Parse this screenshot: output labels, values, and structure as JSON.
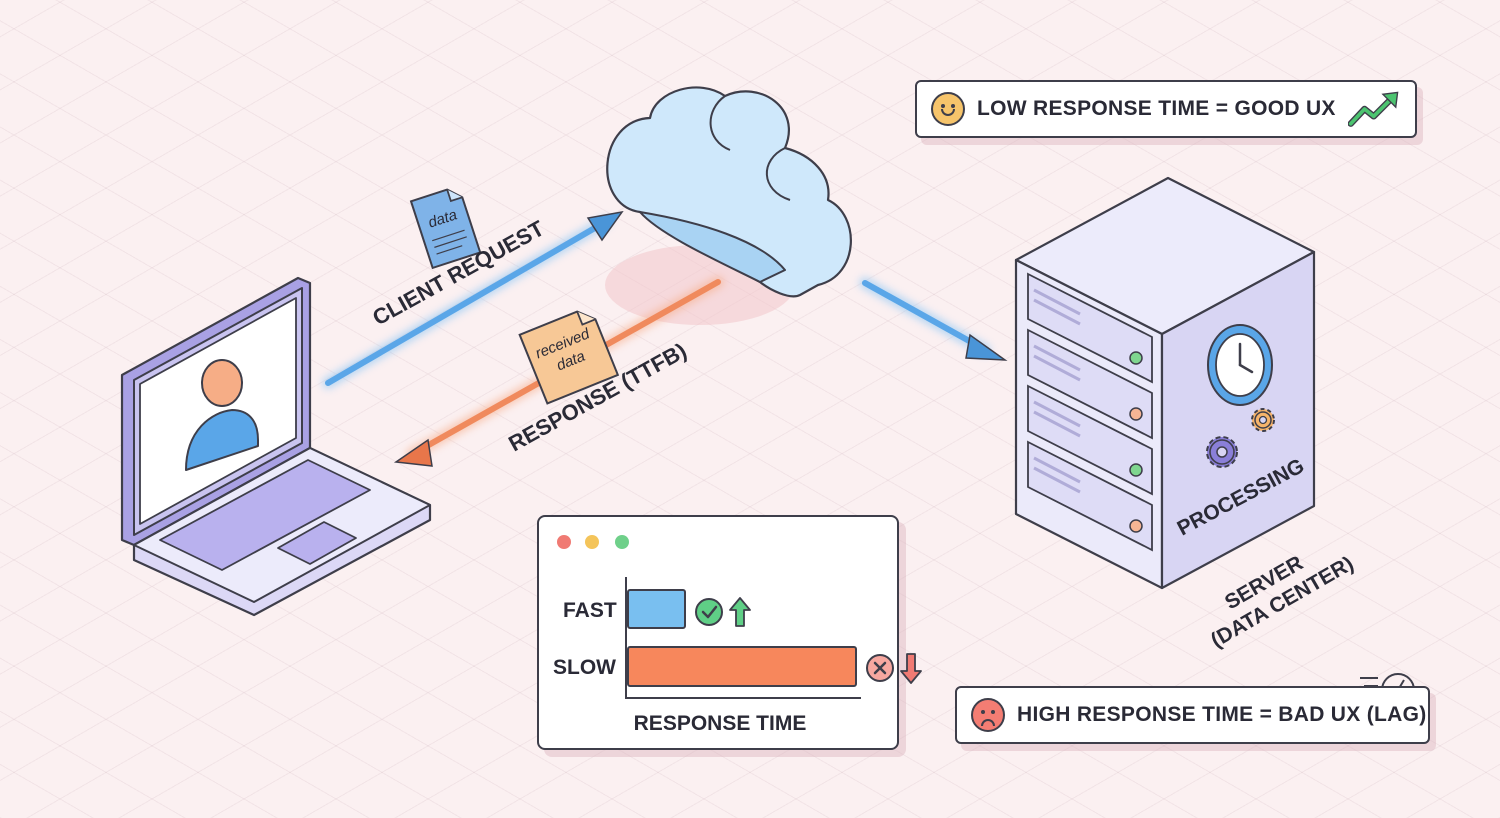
{
  "labels": {
    "client_request": "CLIENT REQUEST",
    "response": "RESPONSE (TTFB)",
    "doc_data": "data",
    "doc_received_1": "received",
    "doc_received_2": "data",
    "processing": "PROCESSING",
    "server_1": "SERVER",
    "server_2": "(DATA CENTER)"
  },
  "callouts": {
    "good": "LOW RESPONSE TIME = GOOD UX",
    "bad": "HIGH RESPONSE TIME = BAD UX (LAG)"
  },
  "chart": {
    "fast_label": "FAST",
    "slow_label": "SLOW",
    "axis_title": "RESPONSE TIME"
  },
  "chart_data": {
    "type": "bar",
    "orientation": "horizontal",
    "categories": [
      "FAST",
      "SLOW"
    ],
    "values": [
      0.22,
      0.85
    ],
    "value_scale": "relative",
    "xlabel": "RESPONSE TIME",
    "colors": [
      "#79bff0",
      "#f7875c"
    ]
  },
  "colors": {
    "request": "#5aa6e8",
    "response": "#f08a5d",
    "cloud": "#d6ecfb",
    "server": "#e4e2f6",
    "laptop": "#c9c4f0"
  }
}
